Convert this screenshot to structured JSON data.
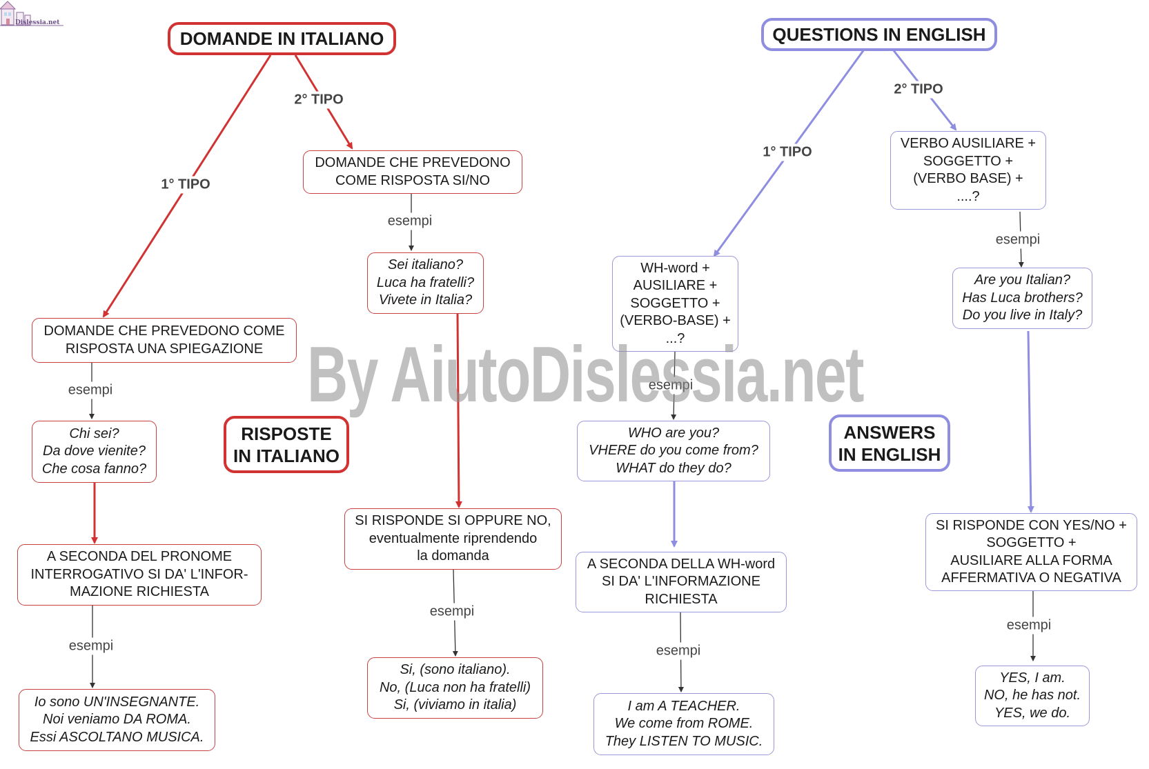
{
  "logo": {
    "text": "Dislessia.net"
  },
  "watermark": "By AiutoDislessia.net",
  "colors": {
    "red": "#d13232",
    "blue": "#8f8de0",
    "dark_arrow": "#333333"
  },
  "titles": {
    "it_questions": "DOMANDE IN ITALIANO",
    "en_questions": "QUESTIONS IN ENGLISH",
    "it_answers": "RISPOSTE\nIN ITALIANO",
    "en_answers": "ANSWERS\nIN ENGLISH"
  },
  "labels": {
    "tipo1": "1° TIPO",
    "tipo2": "2° TIPO",
    "esempi": "esempi"
  },
  "nodes": {
    "it_tipo1": "DOMANDE CHE PREVEDONO COME\nRISPOSTA UNA SPIEGAZIONE",
    "it_tipo1_examples": "Chi sei?\nDa dove vienite?\nChe cosa fanno?",
    "it_tipo1_answer": "A SECONDA DEL PRONOME\nINTERROGATIVO SI DA' L'INFOR-\nMAZIONE RICHIESTA",
    "it_tipo1_answer_examples": "Io sono UN'INSEGNANTE.\nNoi veniamo DA ROMA.\nEssi ASCOLTANO MUSICA.",
    "it_tipo2": "DOMANDE CHE PREVEDONO\nCOME RISPOSTA SI/NO",
    "it_tipo2_examples": "Sei italiano?\nLuca ha fratelli?\nVivete in Italia?",
    "it_tipo2_answer": "SI RISPONDE SI OPPURE NO,\neventualmente riprendendo\nla domanda",
    "it_tipo2_answer_examples": "Si, (sono italiano).\nNo, (Luca non ha fratelli)\nSi, (viviamo in italia)",
    "en_tipo1": "WH-word +\nAUSILIARE +\nSOGGETTO +\n(VERBO-BASE) +\n...?",
    "en_tipo1_examples": "WHO are you?\nVHERE do you come from?\nWHAT do they do?",
    "en_tipo1_answer": "A SECONDA DELLA WH-word\nSI DA' L'INFORMAZIONE\nRICHIESTA",
    "en_tipo1_answer_examples": "I am A TEACHER.\nWe come from ROME.\nThey LISTEN TO MUSIC.",
    "en_tipo2": "VERBO AUSILIARE +\nSOGGETTO +\n(VERBO BASE) +\n....?",
    "en_tipo2_examples": "Are you Italian?\nHas Luca brothers?\nDo you live in Italy?",
    "en_tipo2_answer": "SI RISPONDE CON YES/NO +\nSOGGETTO +\nAUSILIARE ALLA FORMA\nAFFERMATIVA O NEGATIVA",
    "en_tipo2_answer_examples": "YES, I am.\nNO, he has not.\nYES, we do."
  }
}
